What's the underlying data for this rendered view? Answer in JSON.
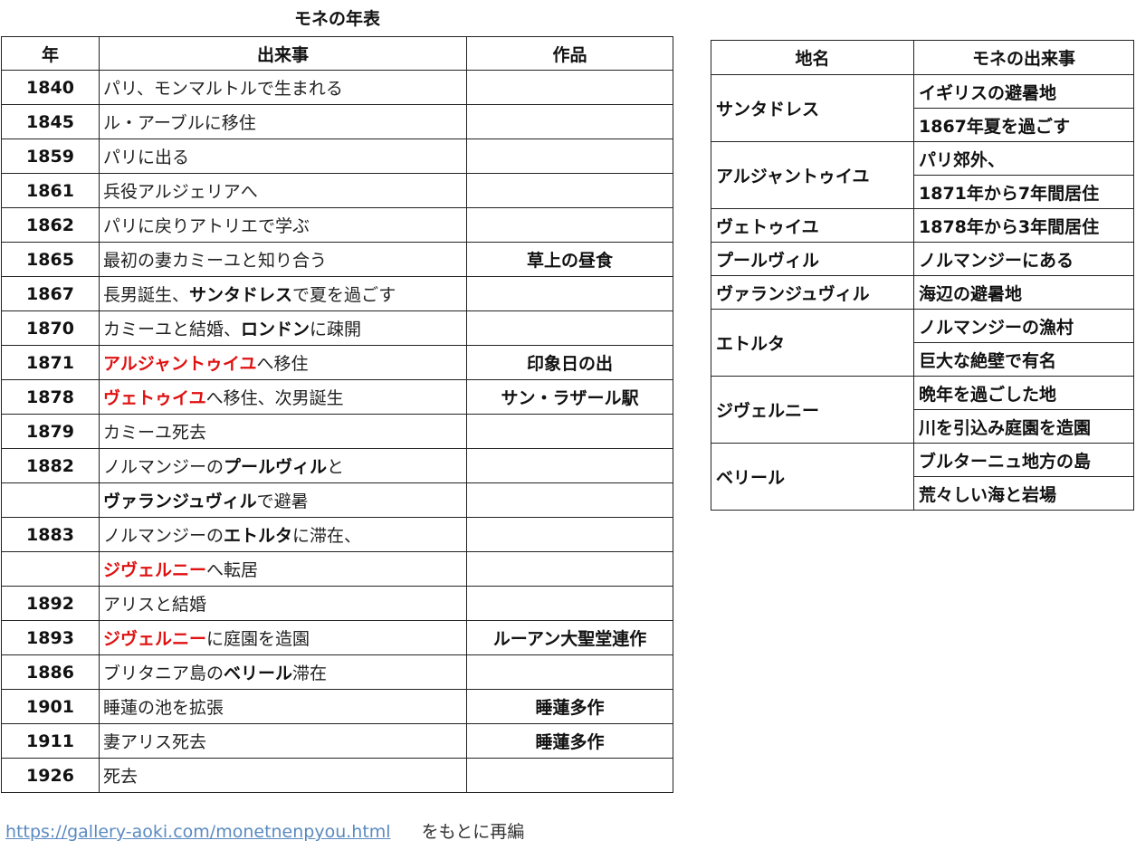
{
  "title": "モネの年表",
  "timeline": {
    "headers": [
      "年",
      "出来事",
      "作品"
    ],
    "rows": [
      {
        "year": "1840",
        "event": [
          [
            "",
            "パリ、モンマルトルで生まれる"
          ]
        ],
        "work": ""
      },
      {
        "year": "1845",
        "event": [
          [
            "",
            "ル・アーブルに移住"
          ]
        ],
        "work": ""
      },
      {
        "year": "1859",
        "event": [
          [
            "",
            "パリに出る"
          ]
        ],
        "work": ""
      },
      {
        "year": "1861",
        "event": [
          [
            "",
            "兵役アルジェリアへ"
          ]
        ],
        "work": ""
      },
      {
        "year": "1862",
        "event": [
          [
            "",
            "パリに戻りアトリエで学ぶ"
          ]
        ],
        "work": ""
      },
      {
        "year": "1865",
        "event": [
          [
            "",
            "最初の妻カミーユと知り合う"
          ]
        ],
        "work": "草上の昼食"
      },
      {
        "year": "1867",
        "event": [
          [
            "",
            "長男誕生、"
          ],
          [
            "b",
            "サンタドレス"
          ],
          [
            "",
            "で夏を過ごす"
          ]
        ],
        "work": ""
      },
      {
        "year": "1870",
        "event": [
          [
            "",
            "カミーユと結婚、"
          ],
          [
            "b",
            "ロンドン"
          ],
          [
            "",
            "に疎開"
          ]
        ],
        "work": ""
      },
      {
        "year": "1871",
        "event": [
          [
            "r",
            "アルジャントゥイユ"
          ],
          [
            "",
            "へ移住"
          ]
        ],
        "work": "印象日の出"
      },
      {
        "year": "1878",
        "event": [
          [
            "r",
            "ヴェトゥイユ"
          ],
          [
            "",
            "へ移住、次男誕生"
          ]
        ],
        "work": "サン・ラザール駅"
      },
      {
        "year": "1879",
        "event": [
          [
            "",
            "カミーユ死去"
          ]
        ],
        "work": ""
      },
      {
        "year": "1882",
        "event": [
          [
            "",
            "ノルマンジーの"
          ],
          [
            "b",
            "プールヴィル"
          ],
          [
            "",
            "と"
          ]
        ],
        "work": ""
      },
      {
        "year": "",
        "event": [
          [
            "b",
            "ヴァランジュヴィル"
          ],
          [
            "",
            "で避暑"
          ]
        ],
        "work": ""
      },
      {
        "year": "1883",
        "event": [
          [
            "",
            "ノルマンジーの"
          ],
          [
            "b",
            "エトルタ"
          ],
          [
            "",
            "に滞在、"
          ]
        ],
        "work": ""
      },
      {
        "year": "",
        "event": [
          [
            "r",
            "ジヴェルニー"
          ],
          [
            "",
            "へ転居"
          ]
        ],
        "work": ""
      },
      {
        "year": "1892",
        "event": [
          [
            "",
            "アリスと結婚"
          ]
        ],
        "work": ""
      },
      {
        "year": "1893",
        "event": [
          [
            "r",
            "ジヴェルニー"
          ],
          [
            "",
            "に庭園を造園"
          ]
        ],
        "work": "ルーアン大聖堂連作"
      },
      {
        "year": "1886",
        "event": [
          [
            "",
            "ブリタニア島の"
          ],
          [
            "b",
            "ベリール"
          ],
          [
            "",
            "滞在"
          ]
        ],
        "work": ""
      },
      {
        "year": "1901",
        "event": [
          [
            "",
            "睡蓮の池を拡張"
          ]
        ],
        "work": "睡蓮多作"
      },
      {
        "year": "1911",
        "event": [
          [
            "",
            "妻アリス死去"
          ]
        ],
        "work": "睡蓮多作"
      },
      {
        "year": "1926",
        "event": [
          [
            "",
            "死去"
          ]
        ],
        "work": ""
      }
    ]
  },
  "places": {
    "headers": [
      "地名",
      "モネの出来事"
    ],
    "rows": [
      {
        "place": "サンタドレス",
        "lines": [
          "イギリスの避暑地",
          "1867年夏を過ごす"
        ]
      },
      {
        "place": "アルジャントゥイユ",
        "lines": [
          "パリ郊外、",
          "1871年から7年間居住"
        ]
      },
      {
        "place": "ヴェトゥイユ",
        "lines": [
          "1878年から3年間居住"
        ]
      },
      {
        "place": "プールヴィル",
        "lines": [
          "ノルマンジーにある"
        ],
        "shared_note": [
          "海辺の避暑地"
        ]
      },
      {
        "place": "ヴァランジュヴィル",
        "lines": []
      },
      {
        "place": "エトルタ",
        "lines": [
          "ノルマンジーの漁村",
          "巨大な絶壁で有名"
        ]
      },
      {
        "place": "ジヴェルニー",
        "lines": [
          "晩年を過ごした地",
          "川を引込み庭園を造園"
        ]
      },
      {
        "place": "ベリール",
        "lines": [
          "ブルターニュ地方の島",
          "荒々しい海と岩場"
        ]
      }
    ]
  },
  "footer": {
    "link_text": "https://gallery-aoki.com/monetnenpyou.html",
    "suffix": "をもとに再編"
  }
}
